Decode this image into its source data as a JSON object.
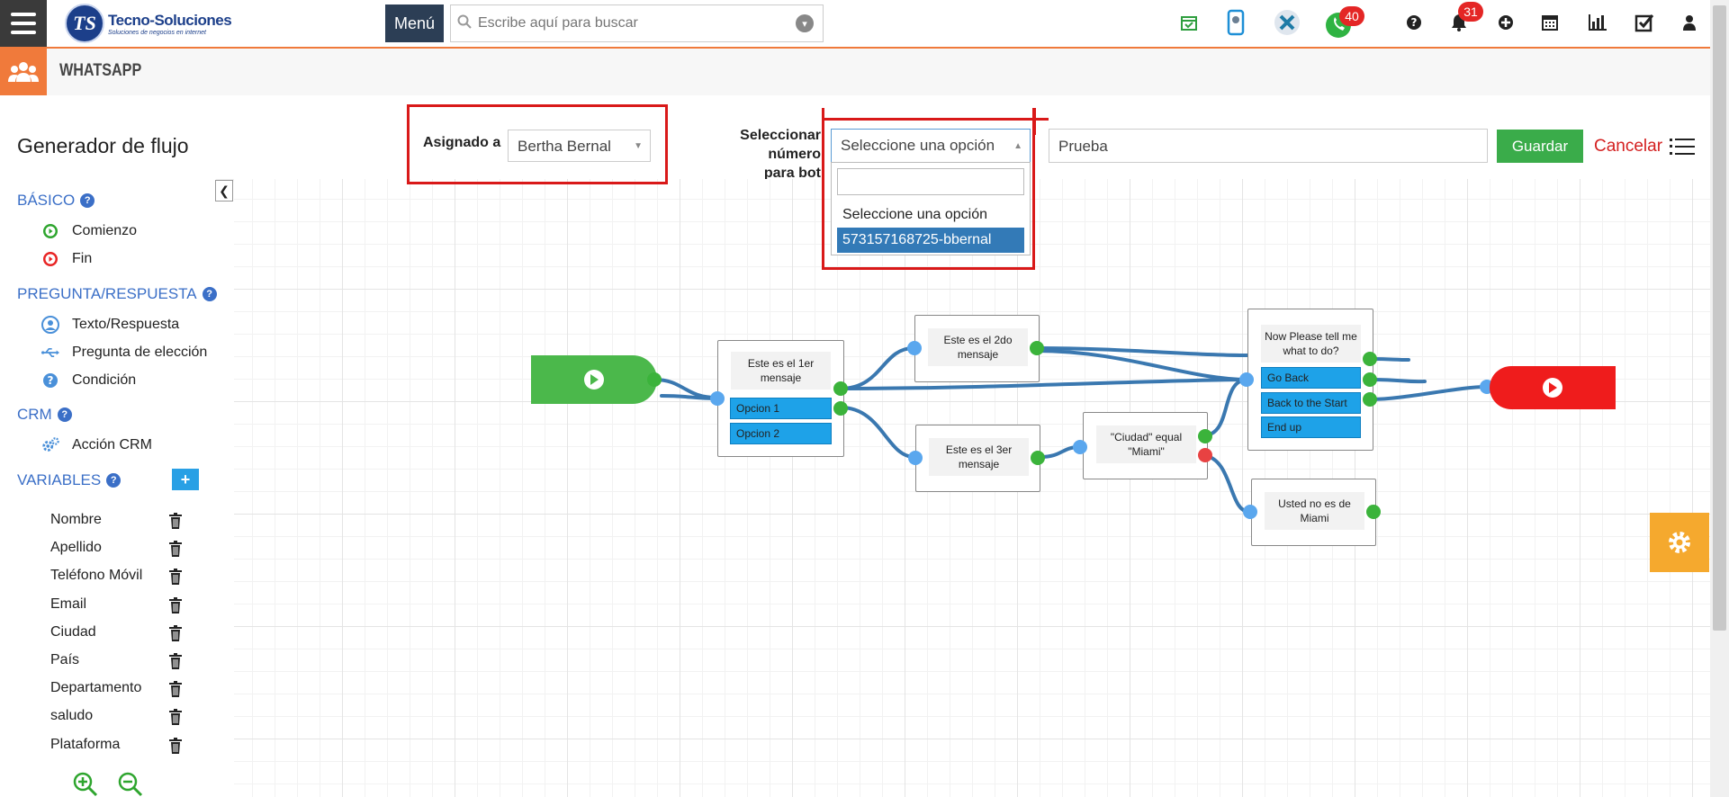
{
  "topbar": {
    "logo_initials": "TS",
    "logo_name": "Tecno-Soluciones",
    "logo_tagline": "Soluciones de negocios en internet",
    "menu_label": "Menú",
    "search_placeholder": "Escribe aquí para buscar",
    "whatsapp_badge": "40",
    "notifications_badge": "31"
  },
  "module": {
    "title": "WHATSAPP"
  },
  "header": {
    "title": "Generador de flujo",
    "assigned_label": "Asignado a",
    "assigned_value": "Bertha Bernal",
    "bot_number_label_line1": "Seleccionar número",
    "bot_number_label_line2": "para bot",
    "bot_number_value": "Seleccione una opción",
    "flow_name_value": "Prueba",
    "save_label": "Guardar",
    "cancel_label": "Cancelar"
  },
  "dropdown": {
    "search_value": "",
    "options": [
      "Seleccione una opción",
      "573157168725-bbernal"
    ],
    "selected_index": 1
  },
  "sidebar": {
    "basic": {
      "title": "BÁSICO",
      "items": [
        "Comienzo",
        "Fin"
      ]
    },
    "qa": {
      "title": "PREGUNTA/RESPUESTA",
      "items": [
        "Texto/Respuesta",
        "Pregunta de elección",
        "Condición"
      ]
    },
    "crm": {
      "title": "CRM",
      "items": [
        "Acción CRM"
      ]
    },
    "variables": {
      "title": "VARIABLES",
      "add_label": "+",
      "items": [
        "Nombre",
        "Apellido",
        "Teléfono Móvil",
        "Email",
        "Ciudad",
        "País",
        "Departamento",
        "saludo",
        "Plataforma"
      ]
    }
  },
  "canvas": {
    "nodes": {
      "msg1": {
        "text": "Este es el 1er mensaje",
        "options": [
          "Opcion 1",
          "Opcion 2"
        ]
      },
      "msg2": {
        "text": "Este es el 2do mensaje"
      },
      "msg3": {
        "text": "Este es el 3er mensaje"
      },
      "cond": {
        "text": "\"Ciudad\" equal \"Miami\""
      },
      "notmiami": {
        "text": "Usted no es de Miami"
      },
      "please": {
        "text": "Now Please tell me what to do?",
        "options": [
          "Go Back",
          "Back to the Start",
          "End up"
        ]
      }
    }
  },
  "colors": {
    "accent_orange": "#f07a3b",
    "menu_dark": "#2c3e55",
    "save_green": "#3aac4a",
    "cancel_red": "#d42020",
    "link_blue": "#3b6fc7",
    "option_blue": "#1ea2e8",
    "wire_blue": "#3a78b0",
    "annotation_red": "#d91919"
  },
  "icons": [
    "hamburger-icon",
    "search-icon",
    "chevron-down-icon",
    "calendar-check-icon",
    "mobile-icon",
    "x-logo-icon",
    "whatsapp-icon",
    "help-icon",
    "bell-icon",
    "plus-circle-icon",
    "calendar-icon",
    "bar-chart-icon",
    "checkbox-icon",
    "user-icon",
    "users-icon",
    "list-icon",
    "play-icon",
    "user-circle-icon",
    "usb-icon",
    "question-icon",
    "cogs-icon",
    "trash-icon",
    "zoom-in-icon",
    "zoom-out-icon",
    "gear-icon",
    "collapse-left-icon"
  ]
}
